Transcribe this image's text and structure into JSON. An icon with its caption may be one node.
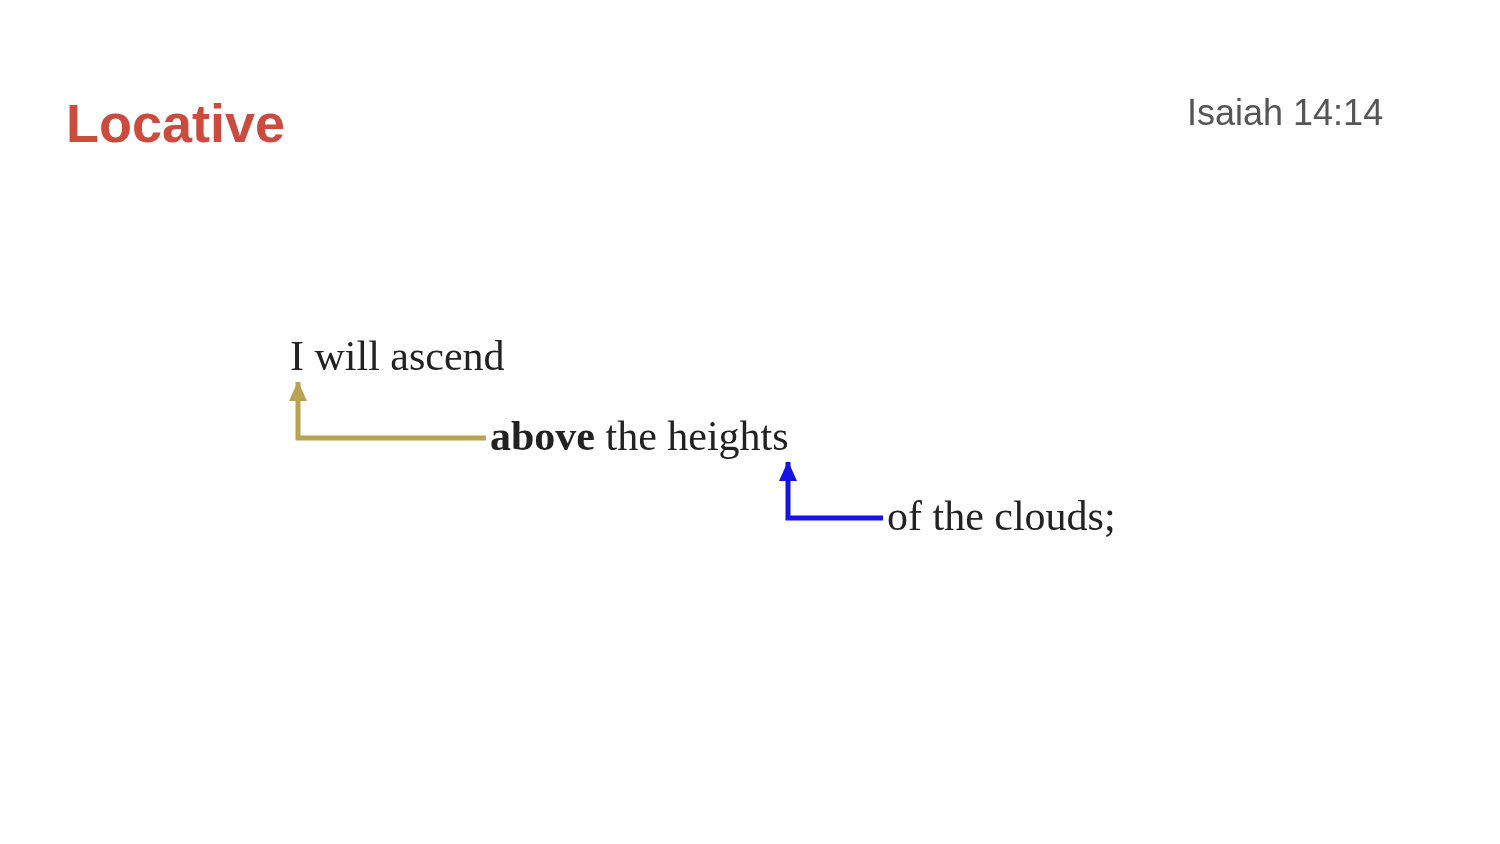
{
  "diagram": {
    "title": "Locative",
    "nodes": [
      {
        "text": [
          "I will ascend"
        ]
      },
      {
        "text": [
          "**above** the heights"
        ]
      },
      {
        "text": [
          "of the clouds;"
        ]
      }
    ],
    "edges": [
      {
        "from": 1,
        "to": 0,
        "arrow": "to",
        "color": "#b9a253"
      },
      {
        "from": 2,
        "to": 1,
        "arrow": "to",
        "color": "#1414e6"
      }
    ],
    "labels": [
      "Isaiah 14:14"
    ]
  }
}
